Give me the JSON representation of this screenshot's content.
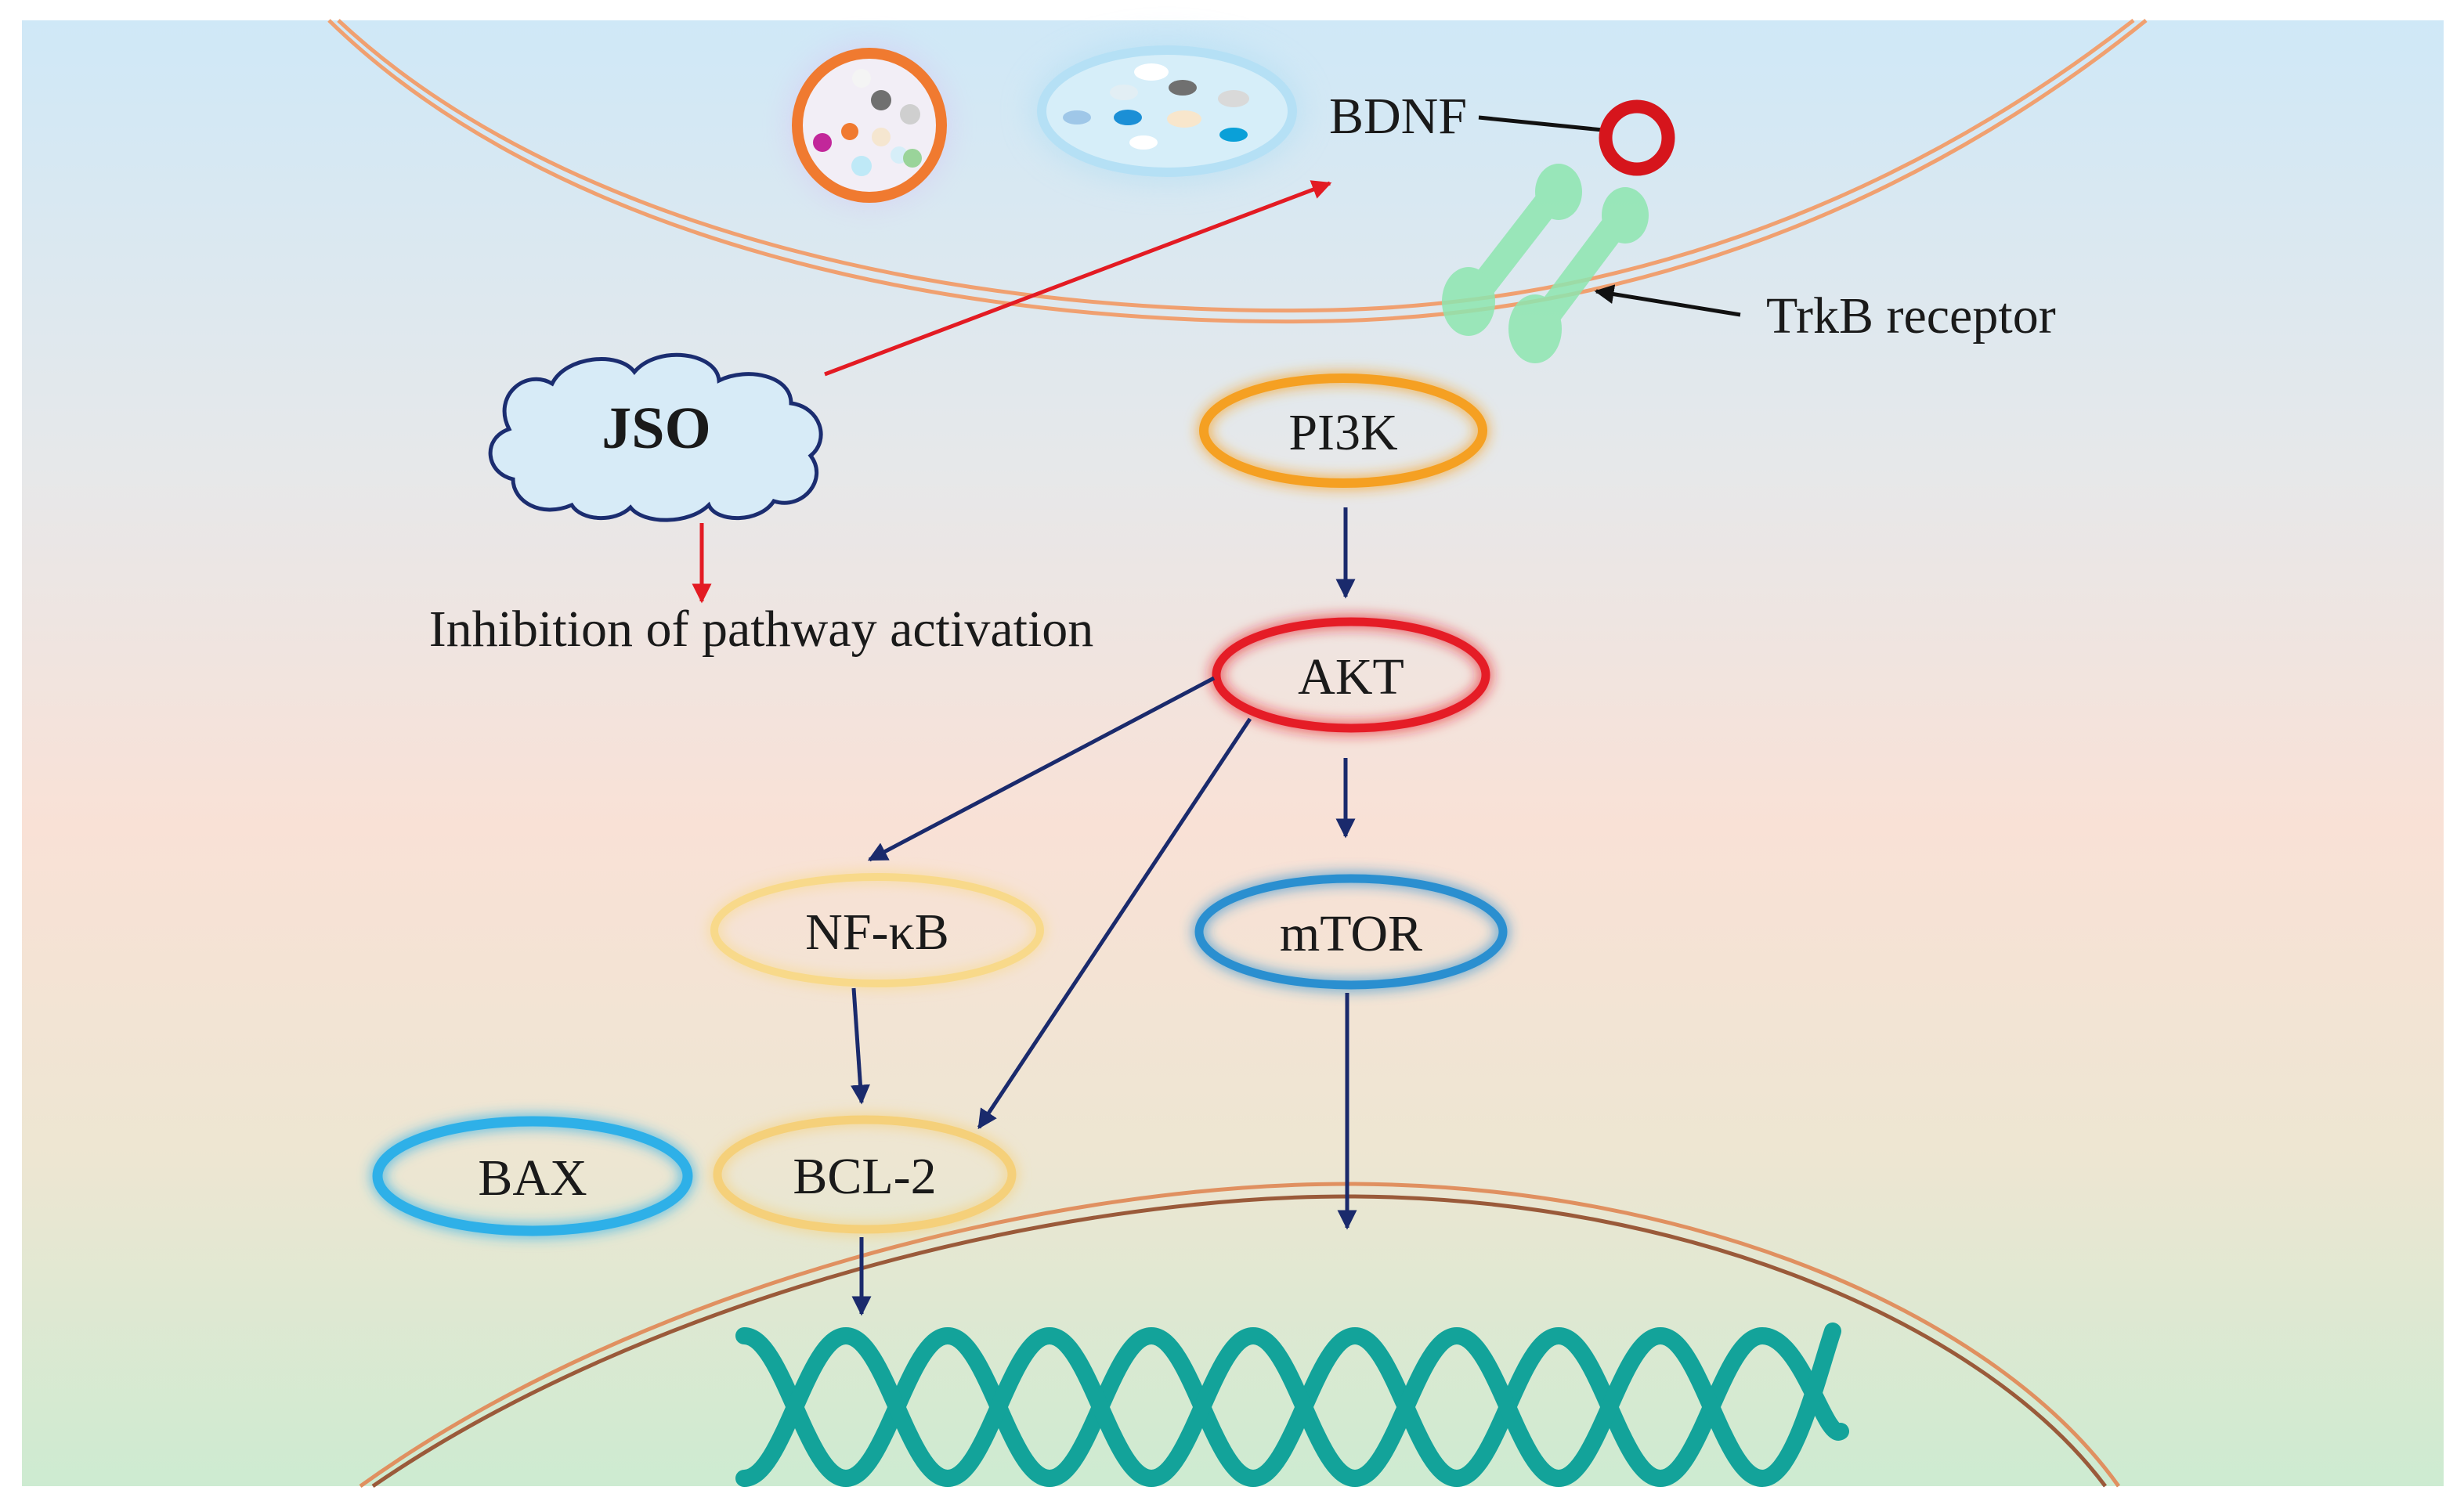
{
  "labels": {
    "bdnf": "BDNF",
    "trkb": "TrkB receptor",
    "jso": "JSO",
    "inhibition": "Inhibition of pathway activation"
  },
  "nodes": {
    "pi3k": "PI3K",
    "akt": "AKT",
    "nfkb": "NF-κB",
    "mtor": "mTOR",
    "bax": "BAX",
    "bcl2": "BCL-2"
  },
  "colors": {
    "background_top": "#cfe8f7",
    "background_middle": "#f9e1d6",
    "background_bottom": "#cdebd1",
    "membrane": "#f0a070",
    "nuclear_membrane": "#b07050",
    "pi3k_ring": "#f5a020",
    "akt_ring": "#e51e25",
    "nfkb_ring": "#f8d98a",
    "mtor_ring": "#2b8fd0",
    "bax_ring": "#2fb0e8",
    "bcl2_ring": "#f5d07a",
    "bdnf_ring": "#d6151c",
    "trkb_receptor": "#8ee6b0",
    "jso_cloud": "#d7ebf7",
    "inhibition_arrow": "#e31b23",
    "pathway_arrow": "#1a2a6c",
    "dna": "#13a39a",
    "vesicle_orange": "#f07a30",
    "vesicle_blue": "#a9dcf3"
  },
  "icons": {
    "vesicle_1": "vesicle-icon",
    "vesicle_2": "vesicle-icon",
    "bdnf": "ring-icon",
    "receptor": "receptor-icon",
    "jso": "cloud-icon",
    "dna": "dna-helix-icon"
  }
}
